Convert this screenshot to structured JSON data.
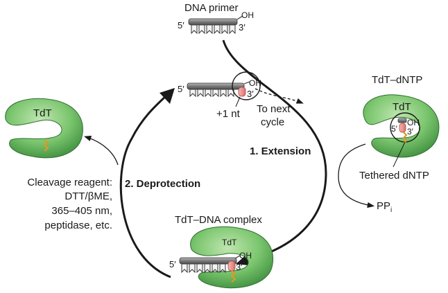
{
  "primer": {
    "title": "DNA primer",
    "five": "5′",
    "three": "3′",
    "oh": "OH"
  },
  "extended": {
    "five": "5′",
    "three": "3′",
    "oh": "OH",
    "plus_nt": "+1 nt",
    "next_line1": "To next",
    "next_line2": "cycle"
  },
  "tdt_dntp": {
    "title": "TdT–dNTP",
    "enzyme": "TdT",
    "five": "5′",
    "three": "3′",
    "oh": "OH",
    "tether_label": "Tethered dNTP"
  },
  "step1": "1. Extension",
  "step2": "2. Deprotection",
  "ppi": {
    "main": "PP",
    "sub": "i"
  },
  "complex": {
    "title": "TdT–DNA complex",
    "enzyme": "TdT",
    "five": "5′",
    "three": "3′",
    "oh": "OH"
  },
  "free_enzyme": {
    "label": "TdT"
  },
  "cleavage": {
    "line1": "Cleavage reagent:",
    "line2": "DTT/βME,",
    "line3": "365–405 nm,",
    "line4": "peptidase, etc."
  },
  "colors": {
    "enzyme": "#5cb85c",
    "enzyme_dark": "#3a7f3a",
    "dna": "#6e6e6e",
    "nucleotide": "#f0928e",
    "tether": "#d89a2a"
  }
}
